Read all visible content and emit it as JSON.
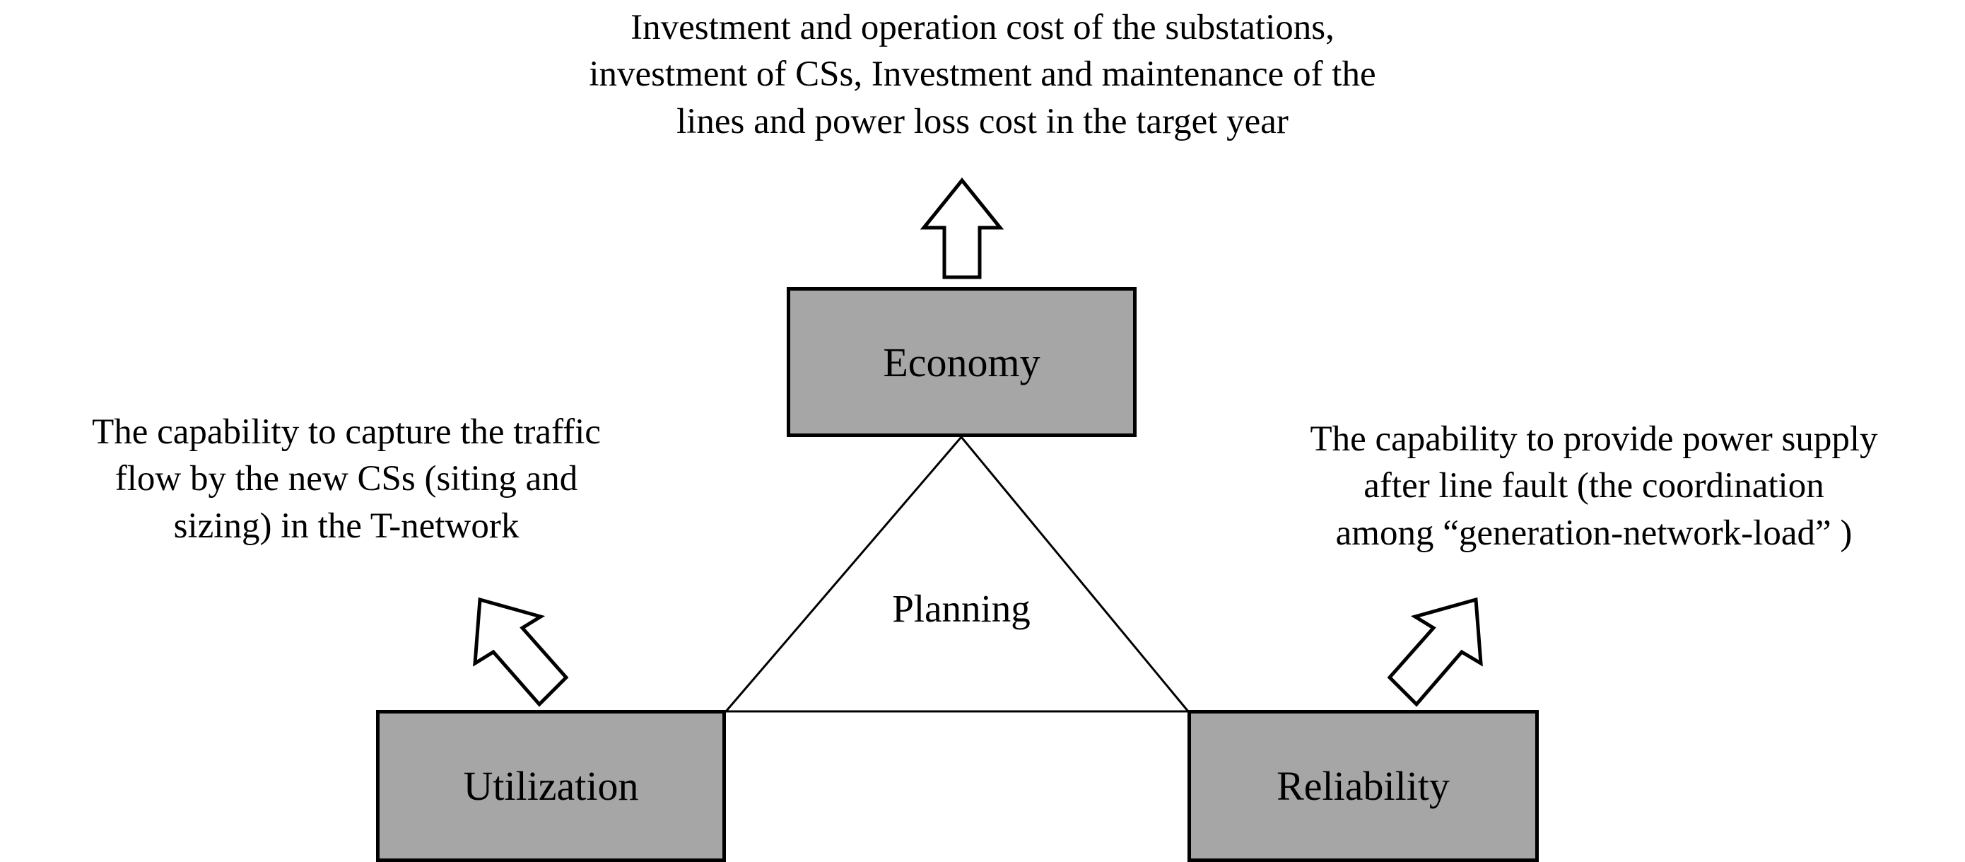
{
  "diagram": {
    "title_caption": "Investment and operation cost of the substations,\ninvestment of CSs, Investment and maintenance of the\nlines and power loss cost in the target year",
    "left_caption": "The capability to capture the traffic\nflow by the new CSs (siting and\nsizing) in the T-network",
    "right_caption": "The capability to provide power supply\nafter line fault (the coordination\namong “generation-network-load” )",
    "center_label": "Planning",
    "nodes": [
      {
        "id": "economy",
        "label": "Economy"
      },
      {
        "id": "utilization",
        "label": "Utilization"
      },
      {
        "id": "reliability",
        "label": "Reliability"
      }
    ],
    "arrows": [
      {
        "id": "economy-up-arrow",
        "direction": "up",
        "from": "economy",
        "to": "title_caption"
      },
      {
        "id": "utilization-arrow",
        "direction": "up-left",
        "from": "utilization",
        "to": "left_caption"
      },
      {
        "id": "reliability-arrow",
        "direction": "up-right",
        "from": "reliability",
        "to": "right_caption"
      }
    ],
    "colors": {
      "node_fill": "#a6a6a6",
      "stroke": "#000000",
      "background": "#ffffff"
    }
  }
}
